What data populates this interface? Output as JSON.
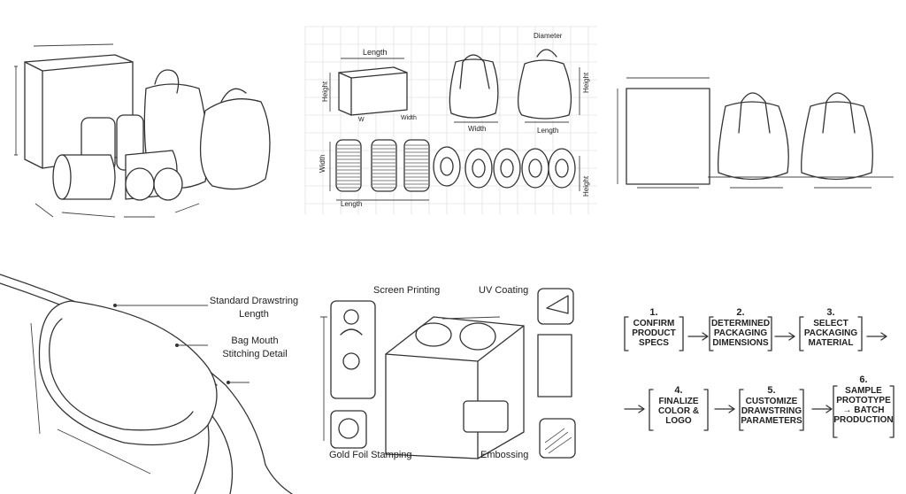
{
  "panel_top_middle": {
    "labels": {
      "length_top": "Length",
      "height_left": "Height",
      "diameter": "Diameter",
      "width_pouch": "Width",
      "length_pouch": "Length",
      "height_pouch": "Height",
      "width_rolls": "Width",
      "length_rolls": "Length",
      "height_rolls": "Height",
      "w_box": "W",
      "width_box": "Width"
    }
  },
  "panel_bottom_left": {
    "callouts": [
      "Standard Drawstring Length",
      "Bag Mouth Stitching Detail"
    ]
  },
  "panel_bottom_middle": {
    "techniques": {
      "screen_printing": "Screen Printing",
      "uv_coating": "UV Coating",
      "gold_foil": "Gold Foil Stamping",
      "embossing": "Embossing"
    }
  },
  "process_steps": [
    {
      "num": "1.",
      "text": "CONFIRM PRODUCT SPECS"
    },
    {
      "num": "2.",
      "text": "DETERMINED PACKAGING DIMENSIONS"
    },
    {
      "num": "3.",
      "text": "SELECT PACKAGING MATERIAL"
    },
    {
      "num": "4.",
      "text": "FINALIZE COLOR & LOGO"
    },
    {
      "num": "5.",
      "text": "CUSTOMIZE DRAWSTRING PARAMETERS"
    },
    {
      "num": "6.",
      "text": "SAMPLE PROTOTYPE → BATCH PRODUCTION"
    }
  ],
  "icons": [
    "box-icon",
    "drawstring-bag-icon",
    "roll-icon",
    "arrow-right-icon",
    "logo-icon",
    "user-icon"
  ]
}
